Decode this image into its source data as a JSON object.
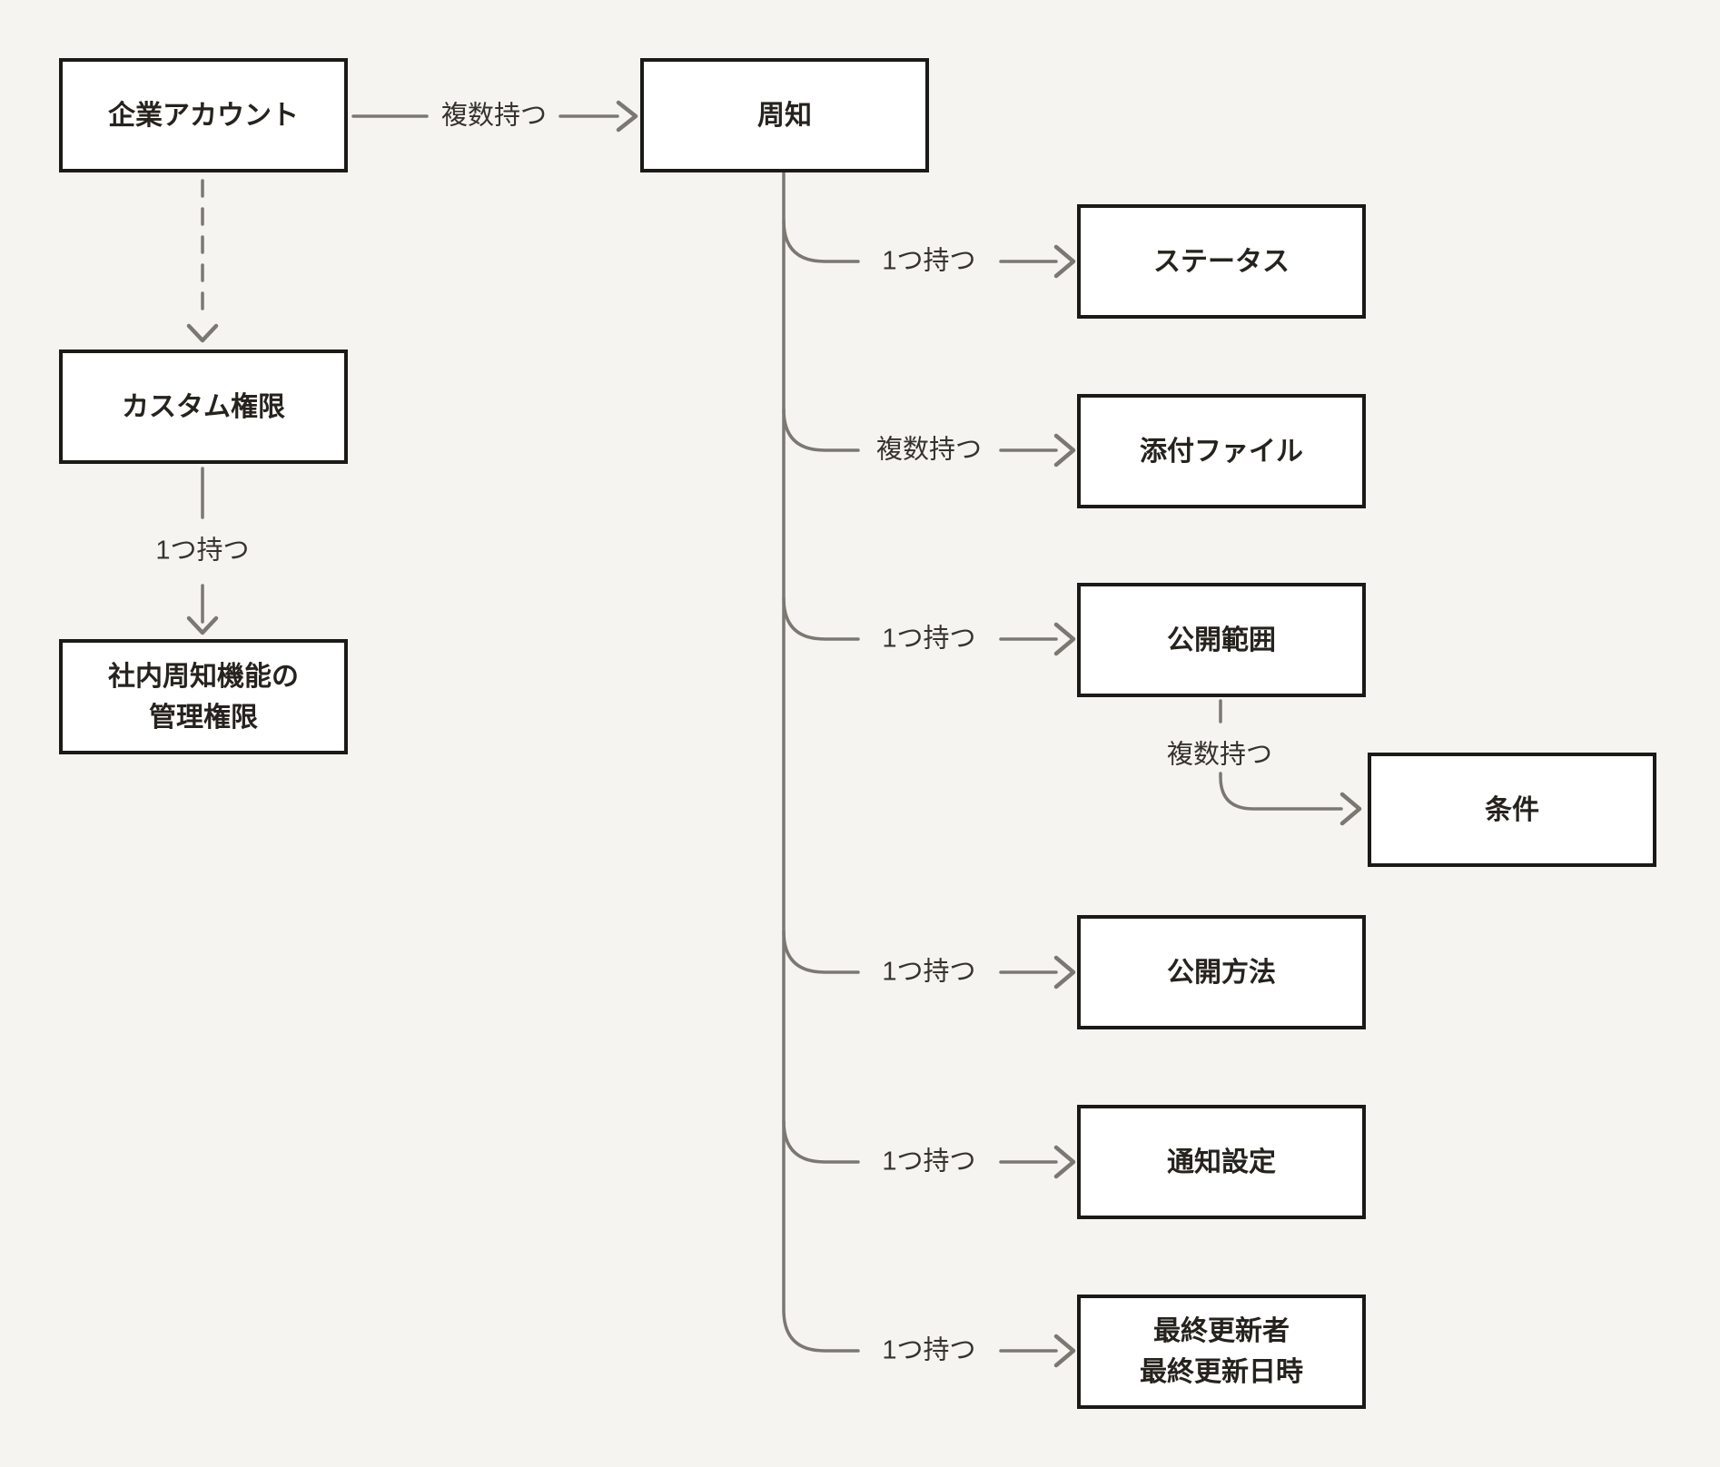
{
  "diagram": {
    "nodes": {
      "company_account": {
        "label": "企業アカウント"
      },
      "announcement": {
        "label": "周知"
      },
      "custom_permission": {
        "label": "カスタム権限"
      },
      "internal_admin_permission": {
        "label": "社内周知機能の\n管理権限"
      },
      "status": {
        "label": "ステータス"
      },
      "attachments": {
        "label": "添付ファイル"
      },
      "publish_scope": {
        "label": "公開範囲"
      },
      "condition": {
        "label": "条件"
      },
      "publish_method": {
        "label": "公開方法"
      },
      "notification_settings": {
        "label": "通知設定"
      },
      "last_updated": {
        "label": "最終更新者\n最終更新日時"
      }
    },
    "edges": {
      "company_to_announcement": {
        "label": "複数持つ"
      },
      "custom_to_internal": {
        "label": "1つ持つ"
      },
      "announcement_to_status": {
        "label": "1つ持つ"
      },
      "announcement_to_attachments": {
        "label": "複数持つ"
      },
      "announcement_to_scope": {
        "label": "1つ持つ"
      },
      "scope_to_condition": {
        "label": "複数持つ"
      },
      "announcement_to_method": {
        "label": "1つ持つ"
      },
      "announcement_to_notification": {
        "label": "1つ持つ"
      },
      "announcement_to_last_updated": {
        "label": "1つ持つ"
      }
    }
  },
  "colors": {
    "background": "#f5f4f1",
    "node_fill": "#ffffff",
    "node_border": "#1c1a16",
    "node_text": "#26231e",
    "edge_label_text": "#36332d",
    "line": "#7b7872"
  }
}
